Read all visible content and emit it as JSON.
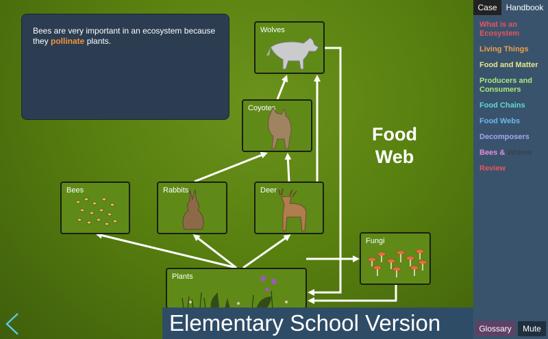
{
  "info": {
    "text_before": "Bees are very important in an ecosystem because they ",
    "highlight": "pollinate",
    "text_after": " plants.",
    "highlight_color": "#f0943a"
  },
  "nodes": {
    "wolves": "Wolves",
    "coyotes": "Coyotes",
    "bees": "Bees",
    "rabbits": "Rabbits",
    "deer": "Deer",
    "fungi": "Fungi",
    "plants": "Plants"
  },
  "title": "Food Web",
  "banner": "Elementary School Version",
  "back_icon": "chevron-left-icon",
  "tabs": {
    "case": "Case",
    "handbook": "Handbook"
  },
  "menu": [
    {
      "label": "What is an Ecosystem",
      "color": "#e9545f"
    },
    {
      "label": "Living Things",
      "color": "#f0a04a"
    },
    {
      "label": "Food and Matter",
      "color": "#e7e78a"
    },
    {
      "label": "Producers and Consumers",
      "color": "#a9e87a"
    },
    {
      "label": "Food Chains",
      "color": "#5fd8d8"
    },
    {
      "label": "Food Webs",
      "color": "#6fb7ee"
    },
    {
      "label": "Decomposers",
      "color": "#a6a5f0"
    },
    {
      "label_a": "Bees & ",
      "label_b": "Wolves",
      "color": "#e58ce0",
      "color_b": "#3b3b3b"
    },
    {
      "label": "Review",
      "color": "#e9545f"
    }
  ],
  "buttons": {
    "glossary": "Glossary",
    "mute": "Mute"
  }
}
